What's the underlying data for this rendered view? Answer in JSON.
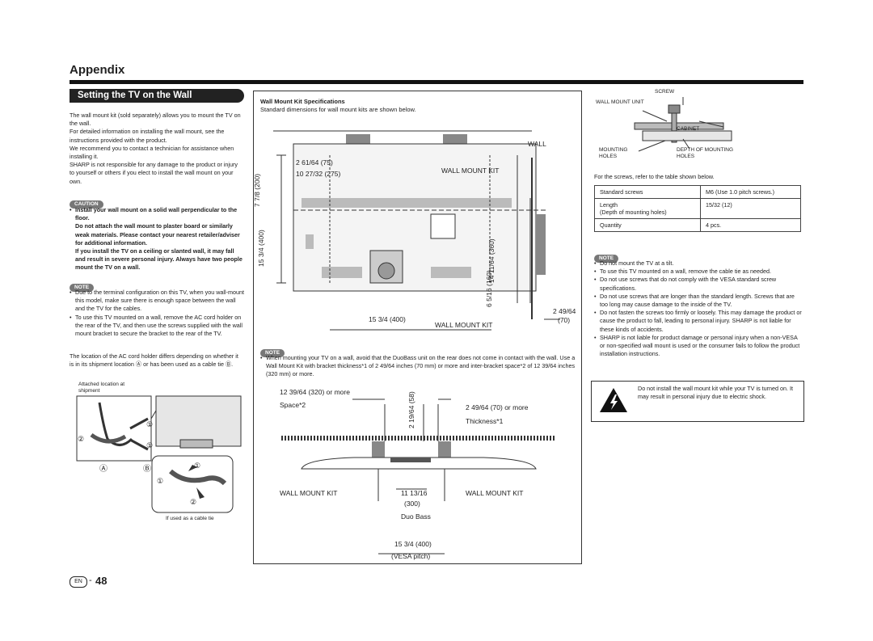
{
  "header": {
    "title": "Appendix"
  },
  "section": {
    "title": "Setting the TV on the Wall"
  },
  "intro": [
    "The wall mount kit (sold separately) allows you to mount the TV on the wall.",
    "For detailed information on installing the wall mount, see the instructions provided with the product.",
    "We recommend you to contact a technician for assistance when installing it.",
    "SHARP is not responsible for any damage to the product or injury to yourself or others if you elect to install the wall mount on your own."
  ],
  "caution": {
    "label": "CAUTION",
    "items": [
      "Install your wall mount on a solid wall perpendicular to the floor.",
      "Do not attach the wall mount to plaster board or similarly weak materials. Please contact your nearest retailer/adviser for additional information.",
      "If you install the TV on a ceiling or slanted wall, it may fall and result in severe personal injury.",
      "Always have two people mount the TV on a wall."
    ]
  },
  "left_note": {
    "label": "NOTE",
    "items": [
      "Due to the terminal configuration on this TV, when you wall-mount this model, make sure there is enough space between the wall and the TV for the cables.",
      "To use this TV mounted on a wall, remove the AC cord holder on the rear of the TV, and then use the screws supplied with the wall mount bracket to secure the bracket to the rear of the TV."
    ]
  },
  "ac_holder_text": "The location of the AC cord holder differs depending on whether it is in its shipment location Ⓐ or has been used as a cable tie Ⓑ.",
  "ac_figure": {
    "attached_label": "Attached location at shipment",
    "cable_tie_label": "If used as a cable tie",
    "label_a": "Ⓐ",
    "label_b": "Ⓑ",
    "step1": "①",
    "step2": "②"
  },
  "specs_block": {
    "title": "Wall Mount Kit Specifications",
    "subtitle": "Standard dimensions for wall mount kits are shown below."
  },
  "rear_diagram": {
    "wall": "WALL",
    "wall_mount_kit": "WALL MOUNT KIT",
    "dim_top_small": "2 61/64 (75)",
    "dim_top_large": "10 27/32 (275)",
    "dim_left_small": "7 7/8 (200)",
    "dim_left_large": "15 3/4 (400)",
    "dim_bottom": "15 3/4 (400)",
    "dim_right_small": "6 5/16 (160)",
    "dim_right_large": "14 11/64 (360)",
    "dim_side": "2 49/64",
    "dim_side_mm": "(70)"
  },
  "mid_note": {
    "label": "NOTE",
    "text": "When mounting your TV on a wall, avoid that the DuoBass unit on the rear does not come in contact with the wall. Use a Wall Mount Kit with bracket thickness*1 of 2 49/64 inches (70 mm) or more and inter-bracket space*2 of 12 39/64 inches (320 mm) or more."
  },
  "top_diagram": {
    "space_dim": "12 39/64 (320) or more",
    "space_label": "Space*2",
    "depth_dim": "2 19/64 (58)",
    "thickness_dim": "2 49/64 (70) or more",
    "thickness_label": "Thickness*1",
    "wmk_left": "WALL MOUNT KIT",
    "wmk_right": "WALL MOUNT KIT",
    "duobass_dim": "11 13/16",
    "duobass_mm": "(300)",
    "duobass_label": "Duo Bass",
    "vesa_dim": "15 3/4 (400)",
    "vesa_label": "(VESA pitch)"
  },
  "screw_figure": {
    "screw": "SCREW",
    "wall_mount_unit": "WALL MOUNT UNIT",
    "cabinet": "CABINET",
    "mounting_holes": "MOUNTING HOLES",
    "depth_of_holes": "DEPTH OF MOUNTING HOLES",
    "caption": "For the screws, refer to the table shown below."
  },
  "screw_table": [
    {
      "name": "Standard screws",
      "value": "M6 (Use 1.0 pitch screws.)"
    },
    {
      "name": "Length\n(Depth of mounting holes)",
      "value": "15/32 (12)"
    },
    {
      "name": "Quantity",
      "value": "4 pcs."
    }
  ],
  "right_note": {
    "label": "NOTE",
    "items": [
      "Do not mount the TV at a tilt.",
      "To use this TV mounted on a wall, remove the cable tie as needed.",
      "Do not use screws that do not comply with the VESA standard screw specifications.",
      "Do not use screws that are longer than the standard length. Screws that are too long may cause damage to the inside of the TV.",
      "Do not fasten the screws too firmly or loosely. This may damage the product or cause the product to fall, leading to personal injury. SHARP is not liable for these kinds of accidents.",
      "SHARP is not liable for product damage or personal injury when a non-VESA or non-specified wall mount is used or the consumer fails to follow the product installation instructions."
    ]
  },
  "warning_box": {
    "text": "Do not install the wall mount kit while your TV is turned on. It may result in personal injury due to electric shock."
  },
  "footer": {
    "lang": "EN",
    "page": "48"
  }
}
